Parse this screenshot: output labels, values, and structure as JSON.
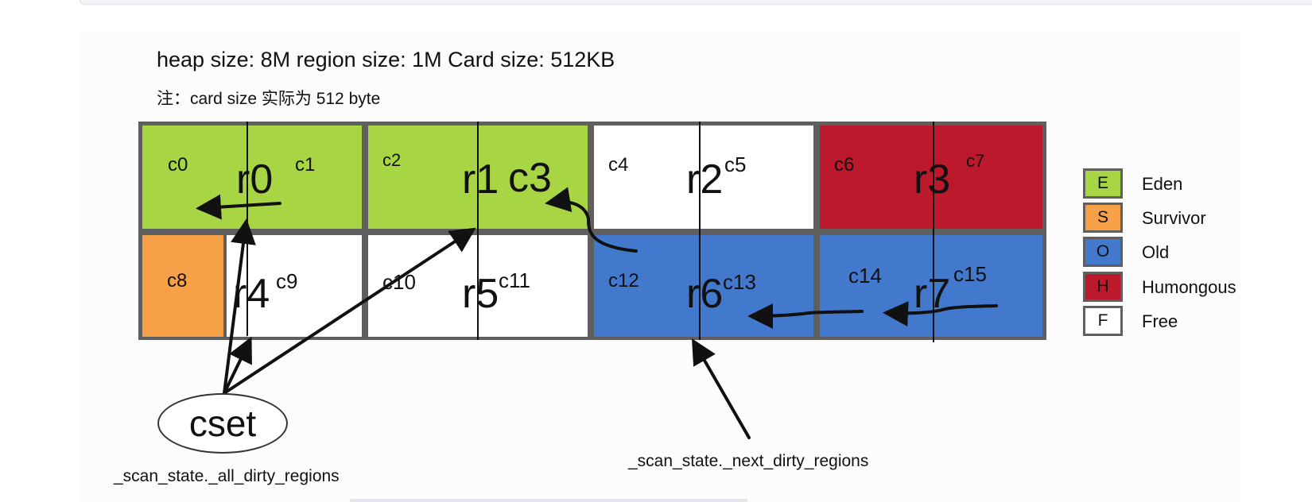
{
  "header": {
    "title": "heap size: 8M region size: 1M Card size: 512KB",
    "note": "注：card size 实际为 512 byte"
  },
  "regions": {
    "r0": {
      "name": "r0",
      "card_left": "c0",
      "card_right": "c1",
      "type": "E"
    },
    "r1": {
      "name": "r1",
      "card_left": "c2",
      "card_right": "c3",
      "type": "E"
    },
    "r2": {
      "name": "r2",
      "card_left": "c4",
      "card_right": "c5",
      "type": "F"
    },
    "r3": {
      "name": "r3",
      "card_left": "c6",
      "card_right": "c7",
      "type": "H"
    },
    "r4": {
      "name": "r4",
      "card_left": "c8",
      "card_right": "c9",
      "type": "S"
    },
    "r5": {
      "name": "r5",
      "card_left": "c10",
      "card_right": "c11",
      "type": "F"
    },
    "r6": {
      "name": "r6",
      "card_left": "c12",
      "card_right": "c13",
      "type": "O"
    },
    "r7": {
      "name": "r7",
      "card_left": "c14",
      "card_right": "c15",
      "type": "O"
    }
  },
  "legend": [
    {
      "key": "E",
      "label": "Eden",
      "color": "#a8d544"
    },
    {
      "key": "S",
      "label": "Survivor",
      "color": "#f6a047"
    },
    {
      "key": "O",
      "label": "Old",
      "color": "#4279cd"
    },
    {
      "key": "H",
      "label": "Humongous",
      "color": "#bd192d"
    },
    {
      "key": "F",
      "label": "Free",
      "color": "#ffffff"
    }
  ],
  "cset": {
    "label": "cset"
  },
  "captions": {
    "all_dirty": "_scan_state._all_dirty_regions",
    "next_dirty": "_scan_state._next_dirty_regions"
  }
}
